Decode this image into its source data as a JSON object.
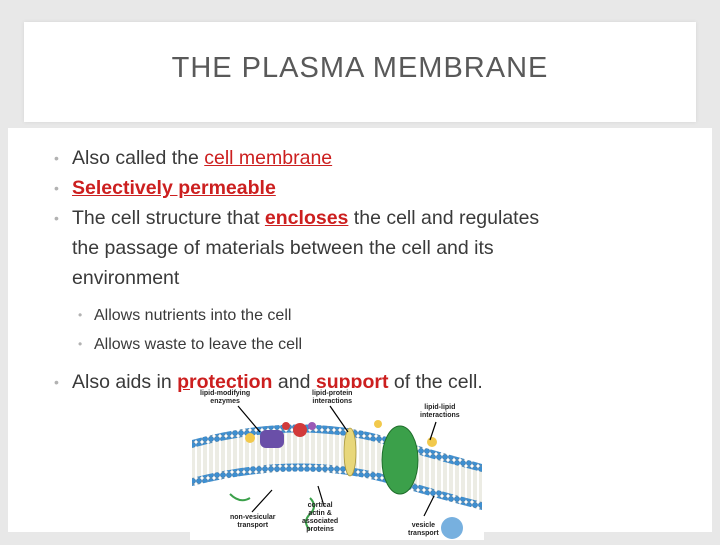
{
  "title": "THE PLASMA MEMBRANE",
  "bullets": {
    "item1_prefix": "Also called the ",
    "item1_term": "cell membrane",
    "item2": "Selectively permeable",
    "item3_prefix": "The cell structure that ",
    "item3_term": "encloses",
    "item3_line1_suffix": " the cell and regulates",
    "item3_line2": "the passage of materials between the cell and its",
    "item3_line3": "environment",
    "sub1": "Allows nutrients into the cell",
    "sub2": "Allows waste to leave the cell",
    "item4_prefix": "Also aids in ",
    "item4_term1": "protection",
    "item4_mid": " and ",
    "item4_term2": "support",
    "item4_suffix": " of the cell."
  },
  "figure": {
    "label_lipid_modifying_1": "lipid-modifying",
    "label_lipid_modifying_2": "enzymes",
    "label_lipid_protein_1": "lipid-protein",
    "label_lipid_protein_2": "interactions",
    "label_lipid_lipid_1": "lipid-lipid",
    "label_lipid_lipid_2": "interactions",
    "label_cortical_1": "cortical",
    "label_cortical_2": "actin &",
    "label_cortical_3": "associated",
    "label_cortical_4": "proteins",
    "label_nonvesicular_1": "non-vesicular",
    "label_nonvesicular_2": "transport",
    "label_vesicle_1": "vesicle",
    "label_vesicle_2": "transport"
  },
  "colors": {
    "background": "#e8e8e8",
    "title_text": "#595959",
    "body_text": "#3a3a3a",
    "emphasis_red": "#cc1f1f",
    "bullet_dot": "#b2b2b2"
  }
}
